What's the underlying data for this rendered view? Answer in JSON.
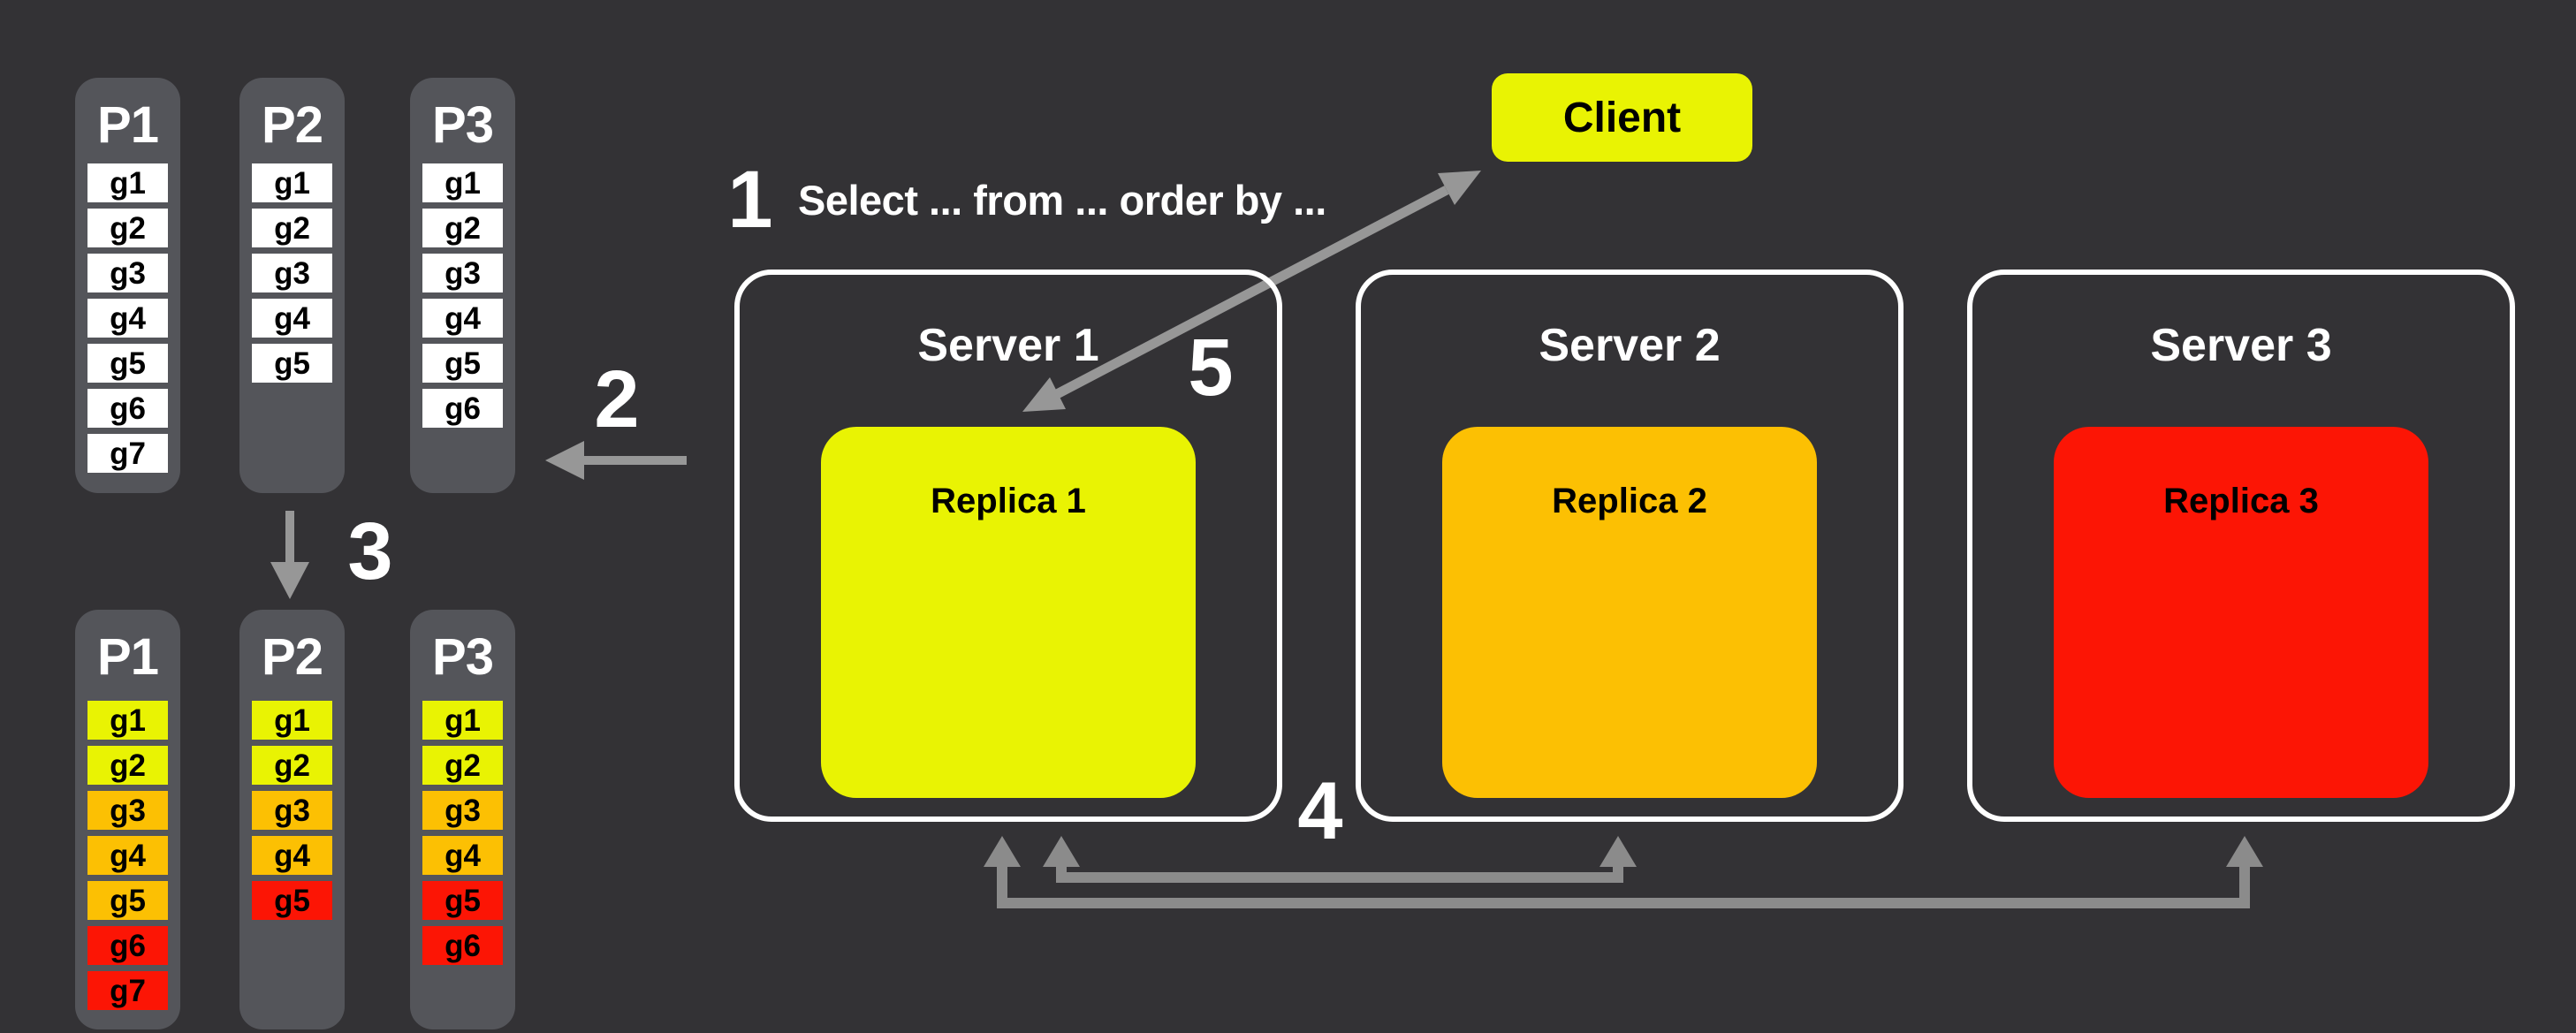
{
  "colors": {
    "background": "#333235",
    "panel": "#54555a",
    "cell_white": "#ffffff",
    "yellow": "#e9f303",
    "amber": "#fcc003",
    "red": "#fc1505"
  },
  "steps": {
    "one": "1",
    "two": "2",
    "three": "3",
    "four": "4",
    "five": "5"
  },
  "query": {
    "text": "Select ... from ... order by ..."
  },
  "client": {
    "label": "Client",
    "color": "#e9f303"
  },
  "partitions_before": [
    {
      "title": "P1",
      "cells": [
        {
          "label": "g1",
          "color": "#ffffff"
        },
        {
          "label": "g2",
          "color": "#ffffff"
        },
        {
          "label": "g3",
          "color": "#ffffff"
        },
        {
          "label": "g4",
          "color": "#ffffff"
        },
        {
          "label": "g5",
          "color": "#ffffff"
        },
        {
          "label": "g6",
          "color": "#ffffff"
        },
        {
          "label": "g7",
          "color": "#ffffff"
        }
      ]
    },
    {
      "title": "P2",
      "cells": [
        {
          "label": "g1",
          "color": "#ffffff"
        },
        {
          "label": "g2",
          "color": "#ffffff"
        },
        {
          "label": "g3",
          "color": "#ffffff"
        },
        {
          "label": "g4",
          "color": "#ffffff"
        },
        {
          "label": "g5",
          "color": "#ffffff"
        }
      ]
    },
    {
      "title": "P3",
      "cells": [
        {
          "label": "g1",
          "color": "#ffffff"
        },
        {
          "label": "g2",
          "color": "#ffffff"
        },
        {
          "label": "g3",
          "color": "#ffffff"
        },
        {
          "label": "g4",
          "color": "#ffffff"
        },
        {
          "label": "g5",
          "color": "#ffffff"
        },
        {
          "label": "g6",
          "color": "#ffffff"
        }
      ]
    }
  ],
  "partitions_after": [
    {
      "title": "P1",
      "cells": [
        {
          "label": "g1",
          "color": "#e9f303"
        },
        {
          "label": "g2",
          "color": "#e9f303"
        },
        {
          "label": "g3",
          "color": "#fcc003"
        },
        {
          "label": "g4",
          "color": "#fcc003"
        },
        {
          "label": "g5",
          "color": "#fcc003"
        },
        {
          "label": "g6",
          "color": "#fc1505"
        },
        {
          "label": "g7",
          "color": "#fc1505"
        }
      ]
    },
    {
      "title": "P2",
      "cells": [
        {
          "label": "g1",
          "color": "#e9f303"
        },
        {
          "label": "g2",
          "color": "#e9f303"
        },
        {
          "label": "g3",
          "color": "#fcc003"
        },
        {
          "label": "g4",
          "color": "#fcc003"
        },
        {
          "label": "g5",
          "color": "#fc1505"
        }
      ]
    },
    {
      "title": "P3",
      "cells": [
        {
          "label": "g1",
          "color": "#e9f303"
        },
        {
          "label": "g2",
          "color": "#e9f303"
        },
        {
          "label": "g3",
          "color": "#fcc003"
        },
        {
          "label": "g4",
          "color": "#fcc003"
        },
        {
          "label": "g5",
          "color": "#fc1505"
        },
        {
          "label": "g6",
          "color": "#fc1505"
        }
      ]
    }
  ],
  "servers": [
    {
      "label": "Server 1",
      "replica": {
        "label": "Replica 1",
        "color": "#e9f303"
      }
    },
    {
      "label": "Server 2",
      "replica": {
        "label": "Replica 2",
        "color": "#fcc003"
      }
    },
    {
      "label": "Server 3",
      "replica": {
        "label": "Replica 3",
        "color": "#fc1505"
      }
    }
  ]
}
